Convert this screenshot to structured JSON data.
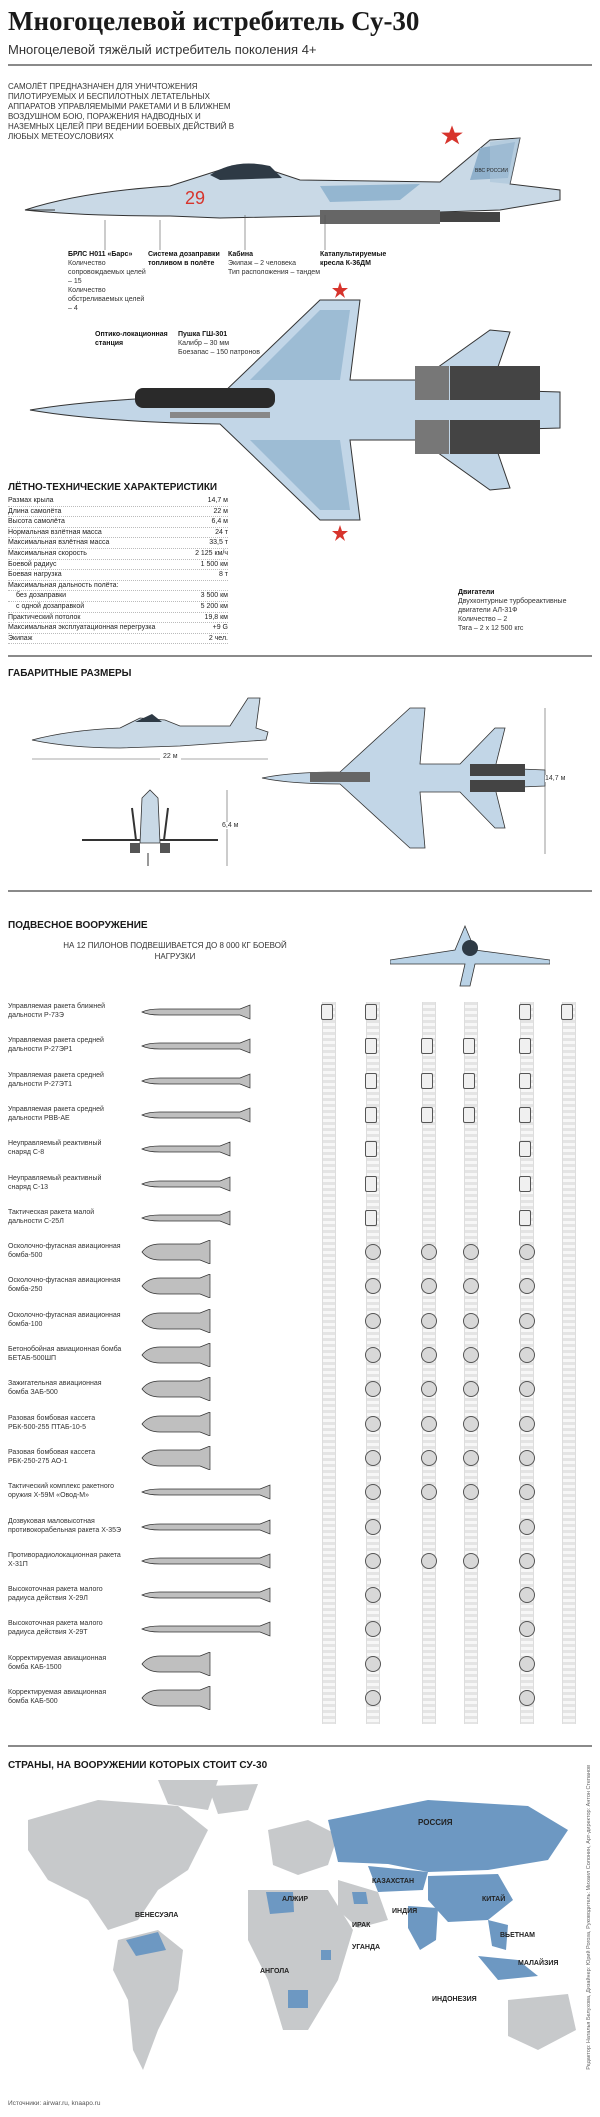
{
  "header": {
    "title": "Многоцелевой истребитель Су-30",
    "subtitle": "Многоцелевой тяжёлый истребитель поколения 4+"
  },
  "intro": "Самолёт предназначен для уничтожения пилотируемых и беспилотных летательных аппаратов управляемыми ракетами и в ближнем воздушном бою, поражения надводных и наземных целей при ведении боевых действий в любых метеоусловиях",
  "aircraft_side": {
    "board_number": "29",
    "tail_text": "ВВС РОССИИ"
  },
  "callouts": {
    "radar": {
      "title": "БРЛС Н011 «Барс»",
      "lines": [
        "Количество сопровождаемых целей – 15",
        "Количество обстреливаемых целей – 4"
      ]
    },
    "refuel": {
      "title": "Система дозаправки топливом в полёте"
    },
    "cabin": {
      "title": "Кабина",
      "lines": [
        "Экипаж – 2 человека",
        "Тип расположения – тандем"
      ]
    },
    "seat": {
      "title": "Катапультируемые кресла К-36ДМ"
    },
    "optic": {
      "title": "Оптико-локационная станция"
    },
    "gun": {
      "title": "Пушка ГШ-301",
      "lines": [
        "Калибр – 30 мм",
        "Боезапас – 150 патронов"
      ]
    },
    "engine": {
      "title": "Двигатели",
      "lines": [
        "Двухконтурные турбореактивные двигатели АЛ-31Ф",
        "Количество – 2",
        "Тяга – 2 х 12 500 кгс"
      ]
    }
  },
  "specs": {
    "heading": "Лётно-технические характеристики",
    "rows": [
      {
        "name": "Размах крыла",
        "value": "14,7 м"
      },
      {
        "name": "Длина самолёта",
        "value": "22 м"
      },
      {
        "name": "Высота самолёта",
        "value": "6,4 м"
      },
      {
        "name": "Нормальная взлётная масса",
        "value": "24 т"
      },
      {
        "name": "Максимальная взлётная масса",
        "value": "33,5 т"
      },
      {
        "name": "Максимальная скорость",
        "value": "2 125 км/ч"
      },
      {
        "name": "Боевой радиус",
        "value": "1 500 км"
      },
      {
        "name": "Боевая нагрузка",
        "value": "8 т"
      },
      {
        "name": "Максимальная дальность полёта:",
        "value": ""
      },
      {
        "name": "без дозаправки",
        "value": "3 500 км"
      },
      {
        "name": "с одной дозаправкой",
        "value": "5 200 км"
      },
      {
        "name": "Практический потолок",
        "value": "19,8 км"
      },
      {
        "name": "Максимальная эксплуатационная перегрузка",
        "value": "+9 G"
      },
      {
        "name": "Экипаж",
        "value": "2 чел."
      }
    ]
  },
  "dimensions": {
    "heading": "Габаритные размеры",
    "length": "22 м",
    "span": "14,7 м",
    "height": "6,4 м"
  },
  "armament": {
    "heading": "Подвесное вооружение",
    "subheading": "На 12 пилонов подвешивается до 8 000 кг боевой нагрузки",
    "items": [
      "Управляемая ракета ближней дальности Р-73Э",
      "Управляемая ракета средней дальности Р-27ЭР1",
      "Управляемая ракета средней дальности Р-27ЭТ1",
      "Управляемая ракета средней дальности РВВ-АЕ",
      "Неуправляемый реактивный снаряд С-8",
      "Неуправляемый реактивный снаряд С-13",
      "Тактическая ракета малой дальности С-25Л",
      "Осколочно-фугасная авиационная бомба-500",
      "Осколочно-фугасная авиационная бомба-250",
      "Осколочно-фугасная авиационная бомба-100",
      "Бетонобойная авиационная бомба БЕТАБ-500ШП",
      "Зажигательная авиационная бомба ЗАБ-500",
      "Разовая бомбовая кассета РБК-500-255 ПТАБ-10-5",
      "Разовая бомбовая кассета РБК-250-275 АО-1",
      "Тактический комплекс ракетного оружия Х-59М «Овод-М»",
      "Дозвуковая маловысотная противокорабельная ракета Х-35Э",
      "Противорадиолокационная ракета Х-31П",
      "Высокоточная ракета малого радиуса действия Х-29Л",
      "Высокоточная ракета малого радиуса действия Х-29Т",
      "Корректируемая авиационная бомба КАБ-1500",
      "Корректируемая авиационная бомба КАБ-500"
    ]
  },
  "map": {
    "heading": "Страны, на вооружении которых стоит Су-30",
    "countries": [
      "РОССИЯ",
      "КАЗАХСТАН",
      "АЛЖИР",
      "ВЕНЕСУЭЛА",
      "КИТАЙ",
      "ИНДИЯ",
      "ИРАК",
      "УГАНДА",
      "АНГОЛА",
      "ВЬЕТНАМ",
      "МАЛАЙЗИЯ",
      "ИНДОНЕЗИЯ"
    ]
  },
  "footer": {
    "source": "Источники: airwar.ru, knaapo.ru",
    "credit": "Редактор: Наталья Белухова, Дизайнер: Юрий Рогоза, Руководитель: Михаил Солонин, Арт-директор: Антон Степанов"
  },
  "colors": {
    "camo_light": "#b9d2e6",
    "camo_dark": "#7ea6c6",
    "map_highlight": "#6d98c2",
    "map_base": "#c7c9cb",
    "star_red": "#d7342c"
  }
}
